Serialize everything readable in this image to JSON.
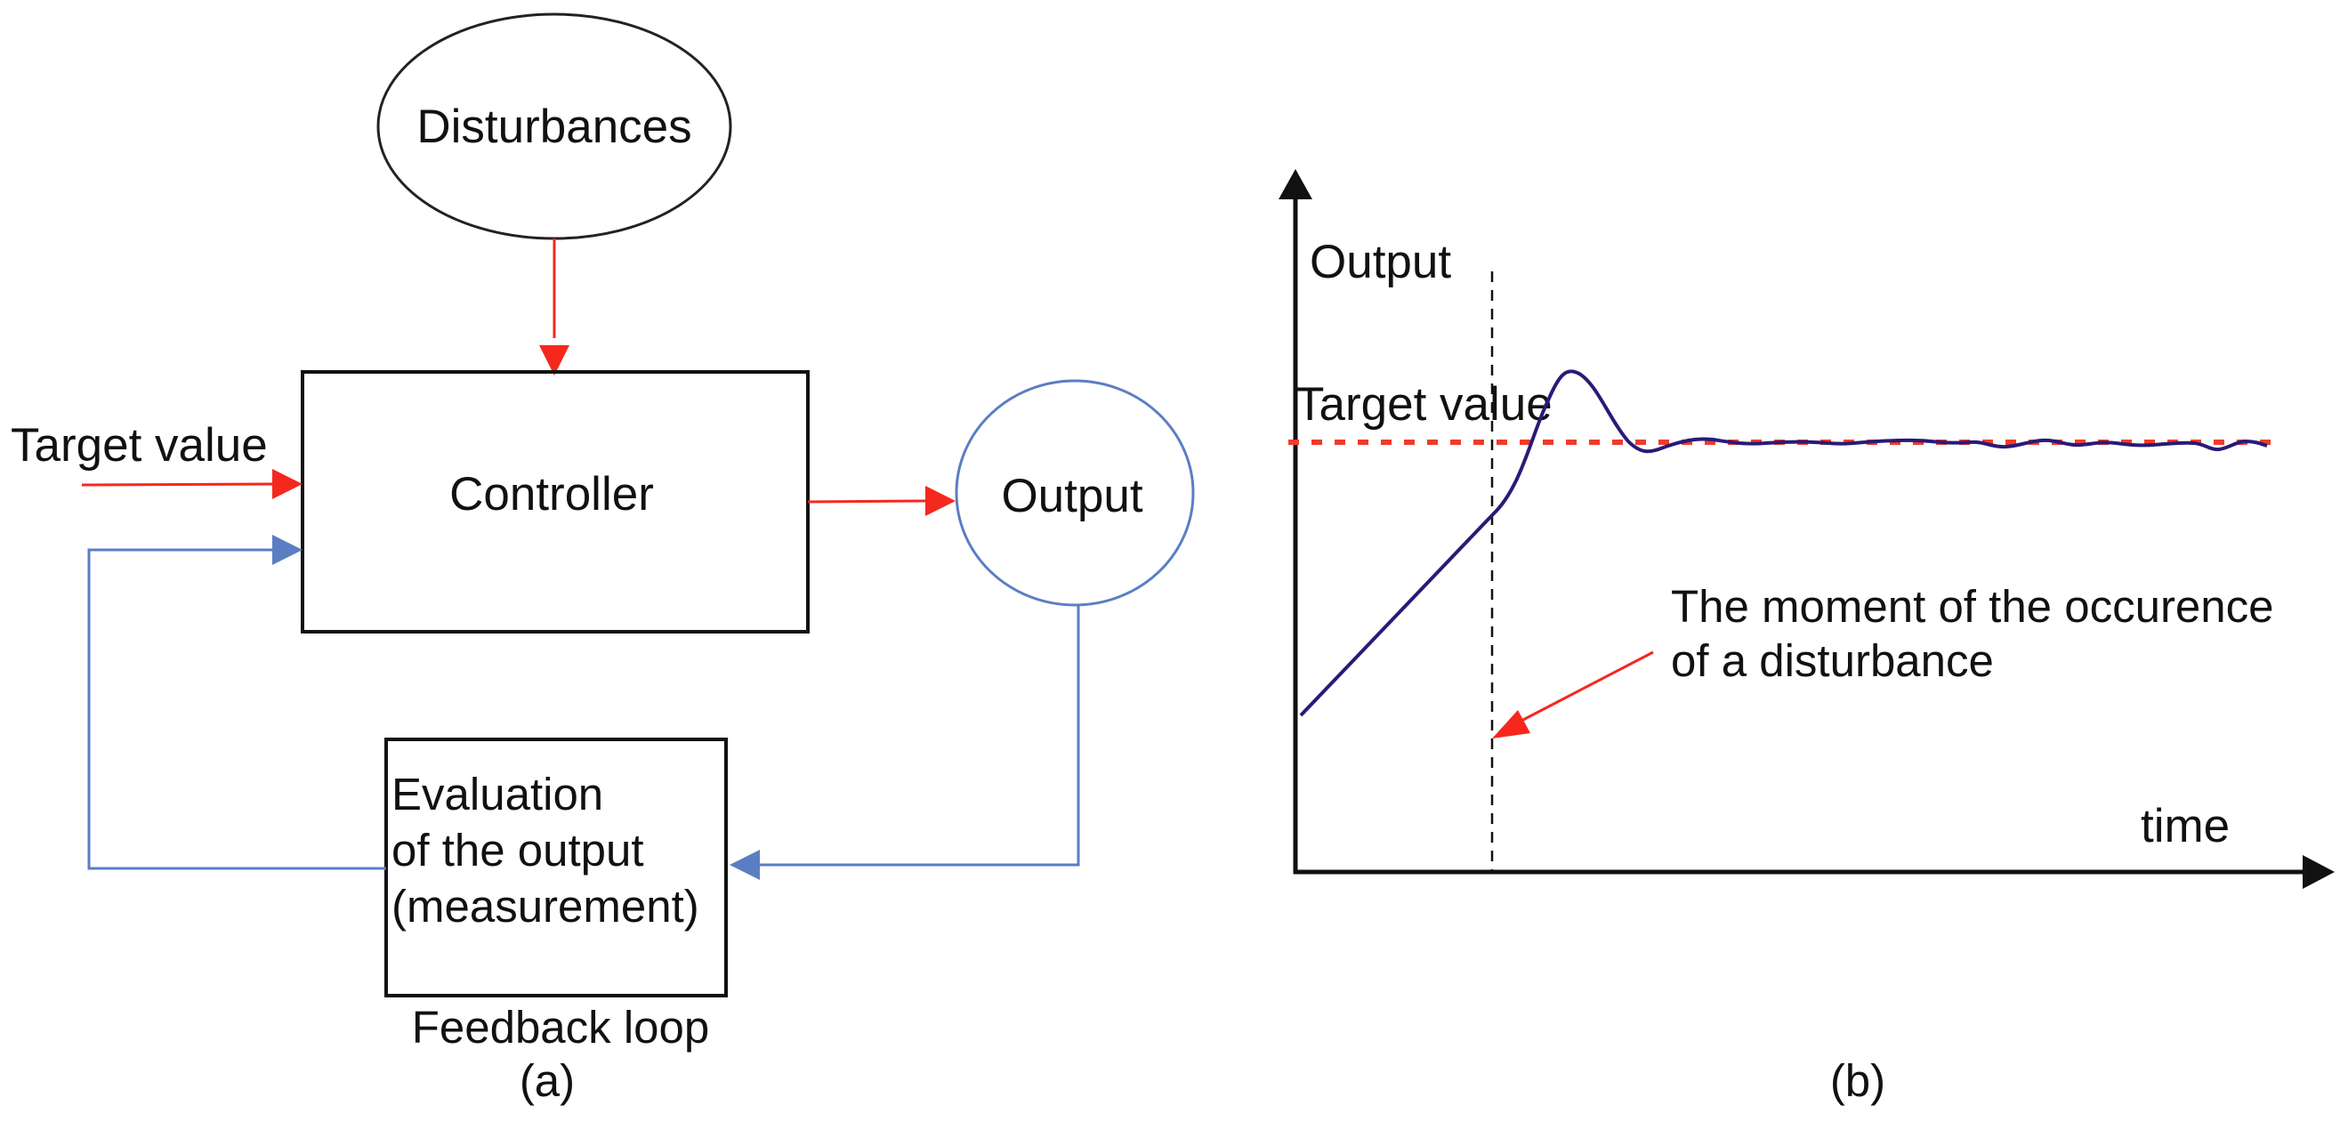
{
  "colors": {
    "signal": "#f5281e",
    "feedback": "#5b7ec3",
    "response_curve": "#2a1a78",
    "target_line": "#f03c2a",
    "ink": "#111111"
  },
  "panel_a": {
    "disturbances_label": "Disturbances",
    "controller_label": "Controller",
    "output_label": "Output",
    "target_value_label": "Target value",
    "evaluation_lines": [
      "Evaluation",
      "of the output",
      "(measurement)"
    ],
    "feedback_loop_label": "Feedback loop",
    "caption": "(a)"
  },
  "panel_b": {
    "y_axis_label": "Output",
    "x_axis_label": "time",
    "target_value_label": "Target value",
    "annotation_lines": [
      "The moment of the occurence",
      "of a disturbance"
    ],
    "caption": "(b)"
  }
}
